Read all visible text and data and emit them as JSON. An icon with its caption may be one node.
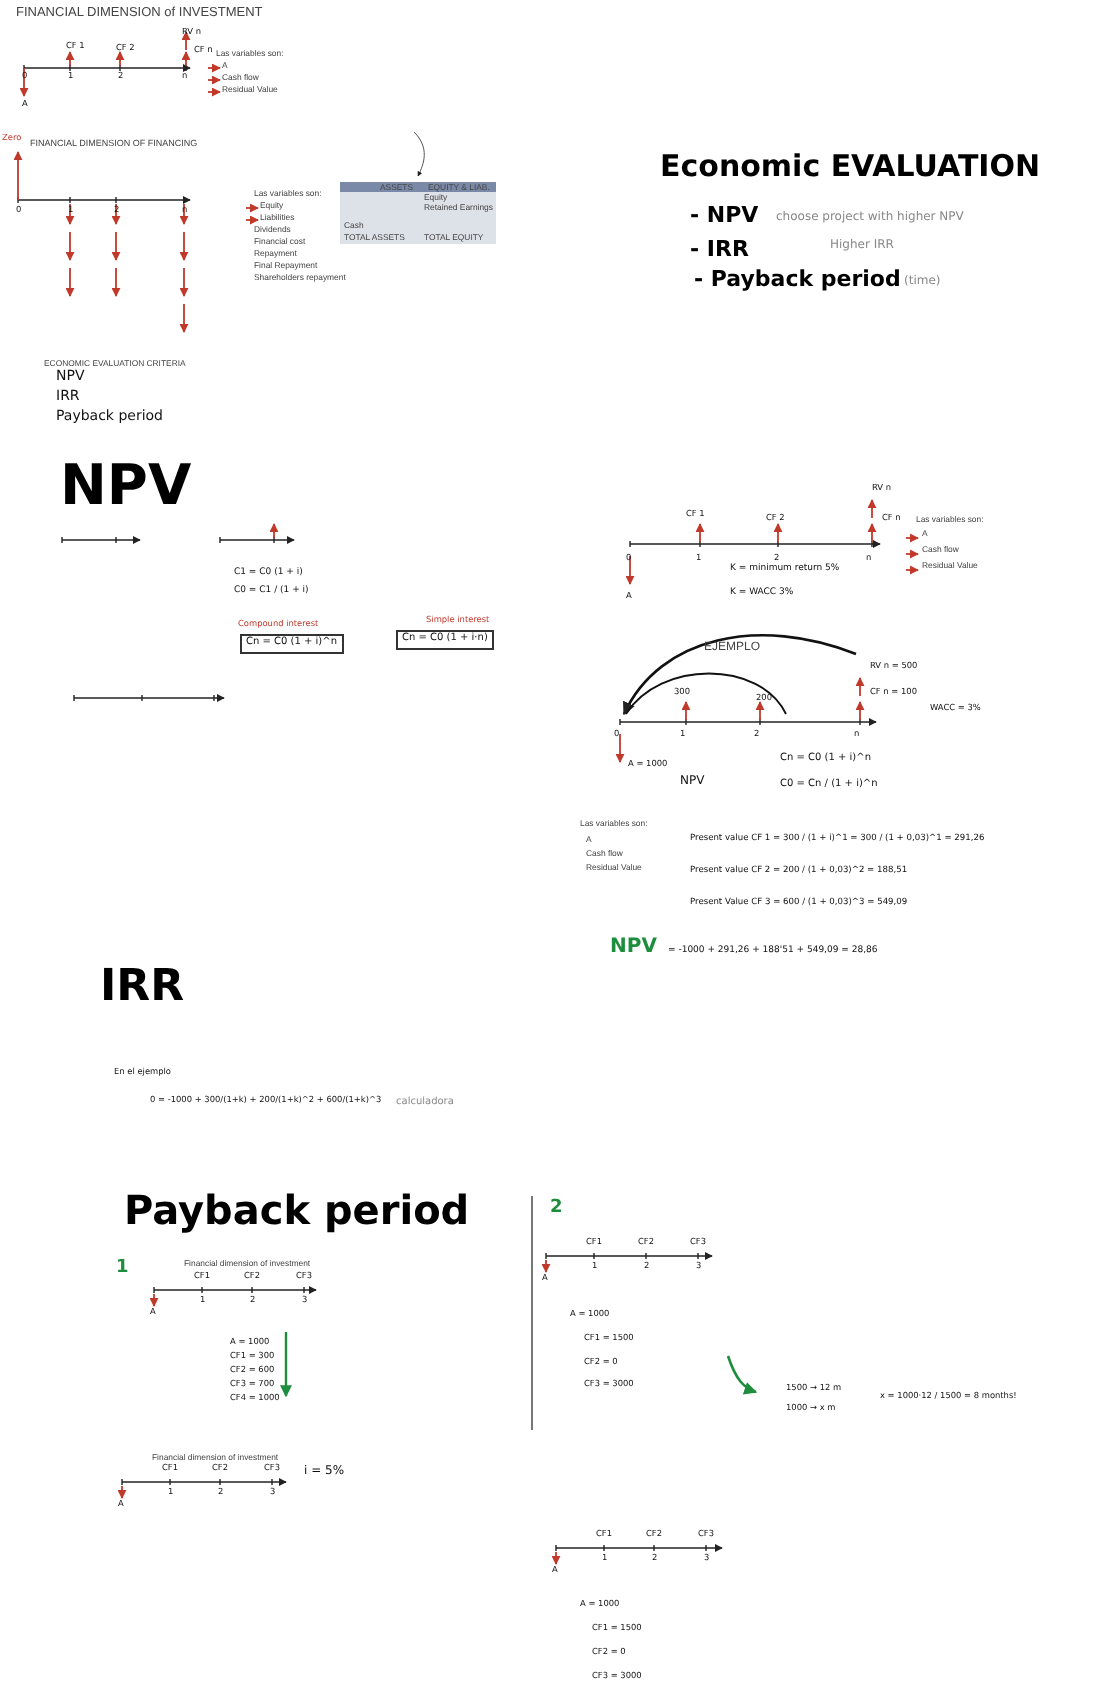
{
  "diagram": {
    "title": "FINANCIAL DIMENSION of INVESTMENT",
    "labels": [
      "CF 1",
      "CF 2",
      "RV n",
      "CF n",
      "0",
      "1",
      "2",
      "n",
      "A",
      "Las variables son:",
      "A",
      "Cash flow",
      "Residual Value",
      "FINANCIAL DIMENSION OF FINANCING",
      "Zero",
      "0",
      "1",
      "2",
      "n",
      "Las variables son:",
      "Equity",
      "Liabilities",
      "Dividends",
      "Financial cost",
      "Repayment",
      "Final Repayment",
      "Shareholders repayment",
      "ASSETS",
      "EQUITY & LIAB.",
      "Equity",
      "Retained Earnings",
      "Cash",
      "TOTAL ASSETS",
      "TOTAL EQUITY",
      "Economic EVALUATION",
      "- NPV",
      "choose project with higher NPV",
      "- IRR",
      "Higher IRR",
      "- Payback period",
      "(time)",
      "ECONOMIC EVALUATION CRITERIA",
      "NPV",
      "IRR",
      "Payback period",
      "NPV",
      "C1 = C0 (1 + i)",
      "C0 = C1 / (1 + i)",
      "Compound interest",
      "Cn = C0 (1 + i)^n",
      "Simple interest",
      "Cn = C0 (1 + i·n)",
      "CF 1",
      "CF 2",
      "RV n",
      "CF n",
      "0",
      "1",
      "2",
      "n",
      "A",
      "K = minimum return 5%",
      "K = WACC 3%",
      "Las variables son:",
      "A",
      "Cash flow",
      "Residual Value",
      "EJEMPLO",
      "300",
      "200",
      "RV n = 500",
      "CF n = 100",
      "0",
      "1",
      "2",
      "n",
      "A = 1000",
      "WACC = 3%",
      "NPV",
      "Cn = C0 (1 + i)^n",
      "C0 = Cn / (1 + i)^n",
      "Las variables son:",
      "A",
      "Cash flow",
      "Residual Value",
      "Present value CF 1 = 300 / (1 + i)^1 = 300 / (1 + 0,03)^1 = 291,26",
      "Present value CF 2 = 200 / (1 + 0,03)^2 = 188,51",
      "Present Value CF 3 = 600 / (1 + 0,03)^3 = 549,09",
      "NPV",
      "= -1000 + 291,26 + 188'51 + 549,09 = 28,86",
      "IRR",
      "En el ejemplo",
      "0 = -1000 + 300/(1+k) + 200/(1+k)^2 + 600/(1+k)^3",
      "calculadora",
      "Payback period",
      "1",
      "Financial dimension of investment",
      "CF1",
      "CF2",
      "CF3",
      "1",
      "2",
      "3",
      "A",
      "A = 1000",
      "CF1 = 300",
      "CF2 = 600",
      "CF3 = 700",
      "CF4 = 1000",
      "2",
      "CF1",
      "CF2",
      "CF3",
      "1",
      "2",
      "3",
      "A",
      "A = 1000",
      "CF1 = 1500",
      "CF2 = 0",
      "CF3 = 3000",
      "1500 → 12 m",
      "1000 → x m",
      "x = 1000·12 / 1500 = 8 months!",
      "Financial dimension of investment",
      "CF1",
      "CF2",
      "CF3",
      "1",
      "2",
      "3",
      "A",
      "i = 5%",
      "CF1",
      "CF2",
      "CF3",
      "1",
      "2",
      "3",
      "A",
      "A = 1000",
      "CF1 = 1500",
      "CF2 = 0",
      "CF3 = 3000"
    ]
  }
}
